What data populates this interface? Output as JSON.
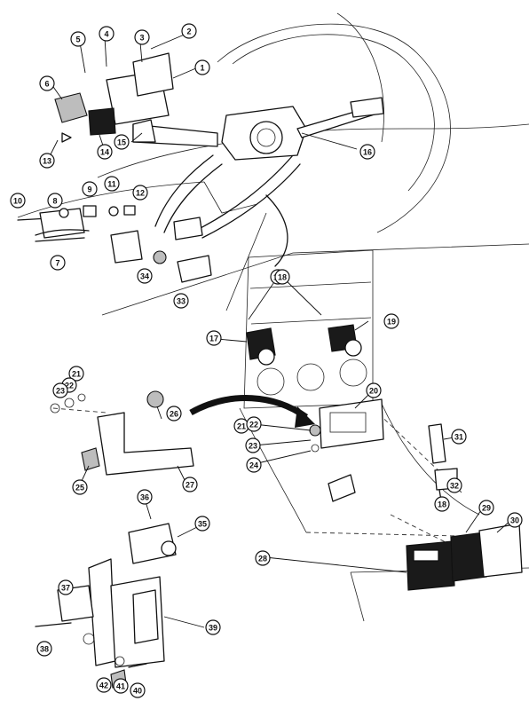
{
  "callouts": [
    "1",
    "2",
    "3",
    "4",
    "5",
    "6",
    "7",
    "8",
    "9",
    "10",
    "11",
    "12",
    "13",
    "14",
    "15",
    "16",
    "17",
    "18",
    "18",
    "18",
    "19",
    "20",
    "21",
    "21",
    "22",
    "22",
    "23",
    "23",
    "24",
    "25",
    "26",
    "27",
    "28",
    "29",
    "30",
    "31",
    "32",
    "33",
    "34",
    "35",
    "36",
    "37",
    "38",
    "39",
    "40",
    "41",
    "42"
  ]
}
